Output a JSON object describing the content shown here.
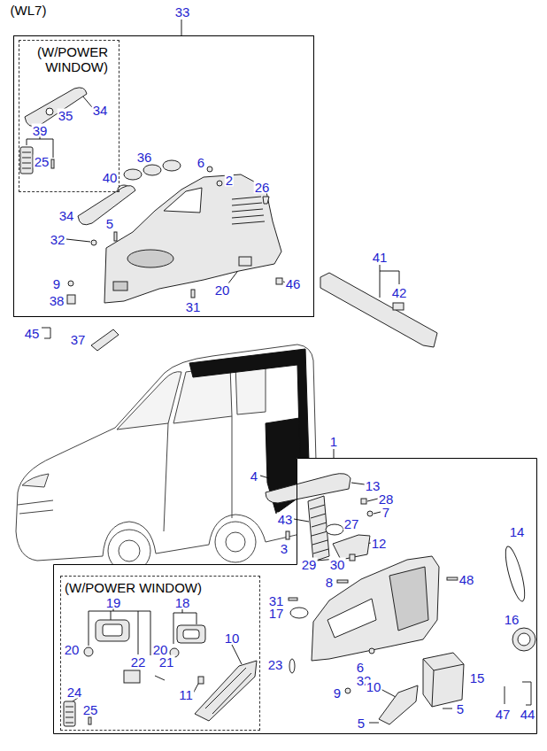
{
  "diagram": {
    "nodes": [
      {
        "text": [
          "33"
        ]
      },
      {
        "text": [
          "(W/POWER WINDOW)"
        ],
        "in": 0
      },
      {
        "text": [
          "1"
        ]
      },
      {
        "text": [
          "(W/POWER WINDOW)"
        ],
        "in": 2
      }
    ],
    "labels": [
      "(WL7)",
      "34",
      "35",
      "39",
      "25",
      "36",
      "40",
      "6",
      "2",
      "26",
      "34",
      "5",
      "32",
      "20",
      "46",
      "9",
      "38",
      "31",
      "41",
      "42",
      "45",
      "37",
      "4",
      "13",
      "28",
      "7",
      "43",
      "27",
      "12",
      "3",
      "14",
      "29",
      "30",
      "8",
      "48",
      "19",
      "18",
      "31",
      "17",
      "16",
      "20",
      "20",
      "22",
      "21",
      "10",
      "6",
      "23",
      "32",
      "15",
      "9",
      "10",
      "11",
      "24",
      "25",
      "5",
      "47",
      "44",
      "5"
    ]
  }
}
